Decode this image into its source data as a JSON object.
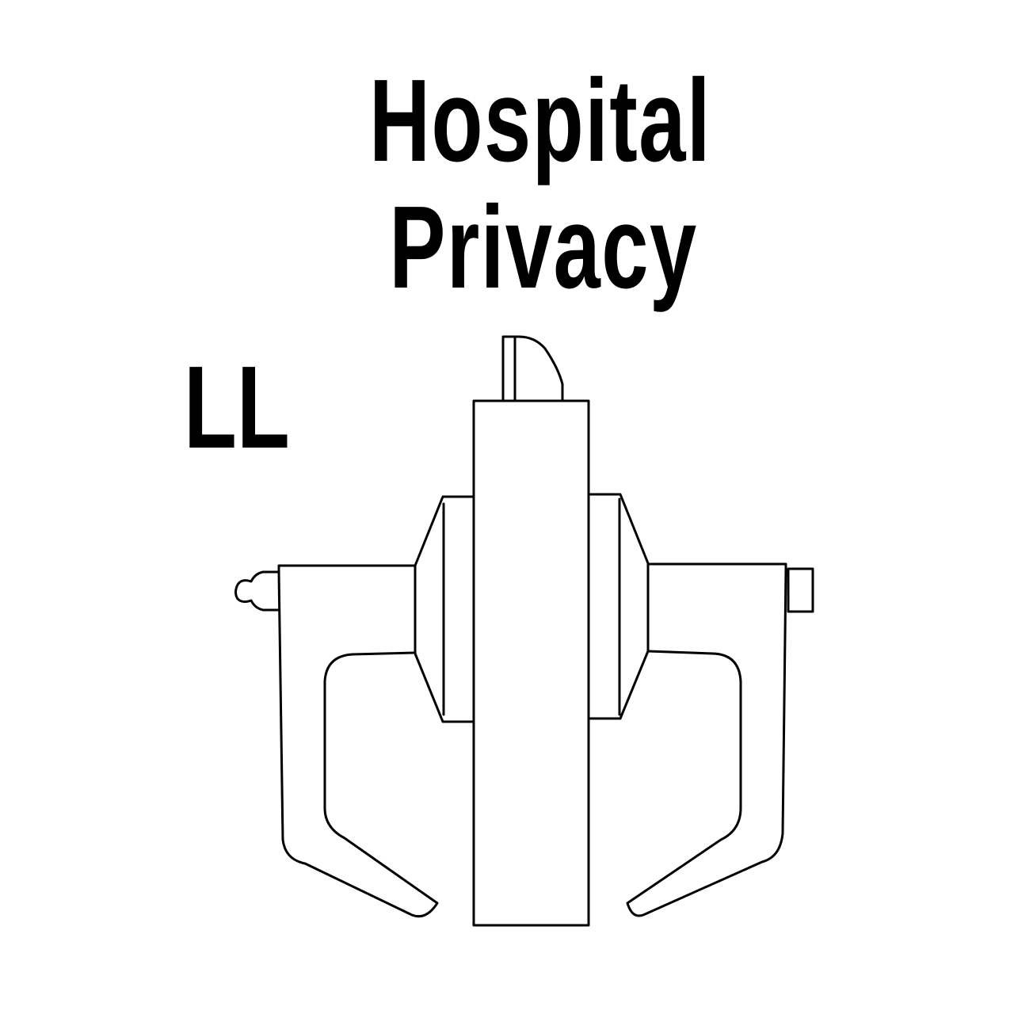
{
  "diagram": {
    "title_lines": [
      "Hospital",
      "Privacy"
    ],
    "function_code": "LL",
    "subject": "lever-lockset-line-drawing",
    "components": [
      {
        "name": "turn-piece",
        "icon": "thumbturn-icon"
      },
      {
        "name": "chassis-body"
      },
      {
        "name": "left-rose"
      },
      {
        "name": "right-rose"
      },
      {
        "name": "left-lever-handle"
      },
      {
        "name": "right-lever-handle"
      },
      {
        "name": "left-emergency-release"
      },
      {
        "name": "right-lever-stub"
      }
    ],
    "colors": {
      "stroke": "#000000",
      "background": "#ffffff",
      "text": "#000000"
    }
  }
}
